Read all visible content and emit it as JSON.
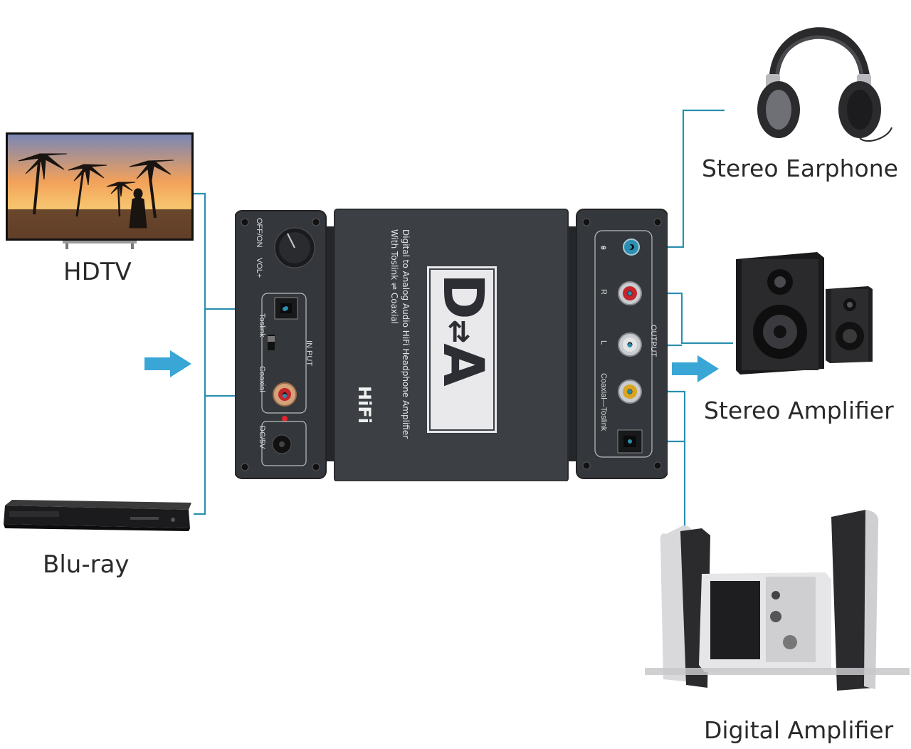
{
  "sources": {
    "hdtv": {
      "label": "HDTV"
    },
    "bluray": {
      "label": "Blu-ray"
    }
  },
  "outputs": {
    "earphone": {
      "label": "Stereo Earphone"
    },
    "stereo_amp": {
      "label": "Stereo Amplifier"
    },
    "digital_amp": {
      "label": "Digital Amplifier"
    }
  },
  "device": {
    "top_line1": "Digital to Analog Audio HiFi Headphone Amplifier",
    "top_line2": "With Toslink ⇌ Coaxial",
    "logo_d": "D",
    "logo_a": "A",
    "hifi": "HiFi",
    "input_panel": {
      "off_on": "OFF/ON",
      "vol": "VOL+",
      "input": "IN PUT",
      "toslink": "Toslink",
      "coaxial": "Coaxial",
      "dc": "DC/5V"
    },
    "output_panel": {
      "output": "OUTPUT",
      "r": "R",
      "l": "L",
      "coax_toslink": "Coaxial—Toslink"
    }
  },
  "colors": {
    "connector_line": "#2a8fb0",
    "arrow": "#3aa6d6",
    "device_body": "#3a3d42",
    "rca_red": "#c4242b",
    "rca_white": "#d8d8d8",
    "rca_yellow": "#d9a521",
    "jack_blue": "#2a8fb0"
  }
}
